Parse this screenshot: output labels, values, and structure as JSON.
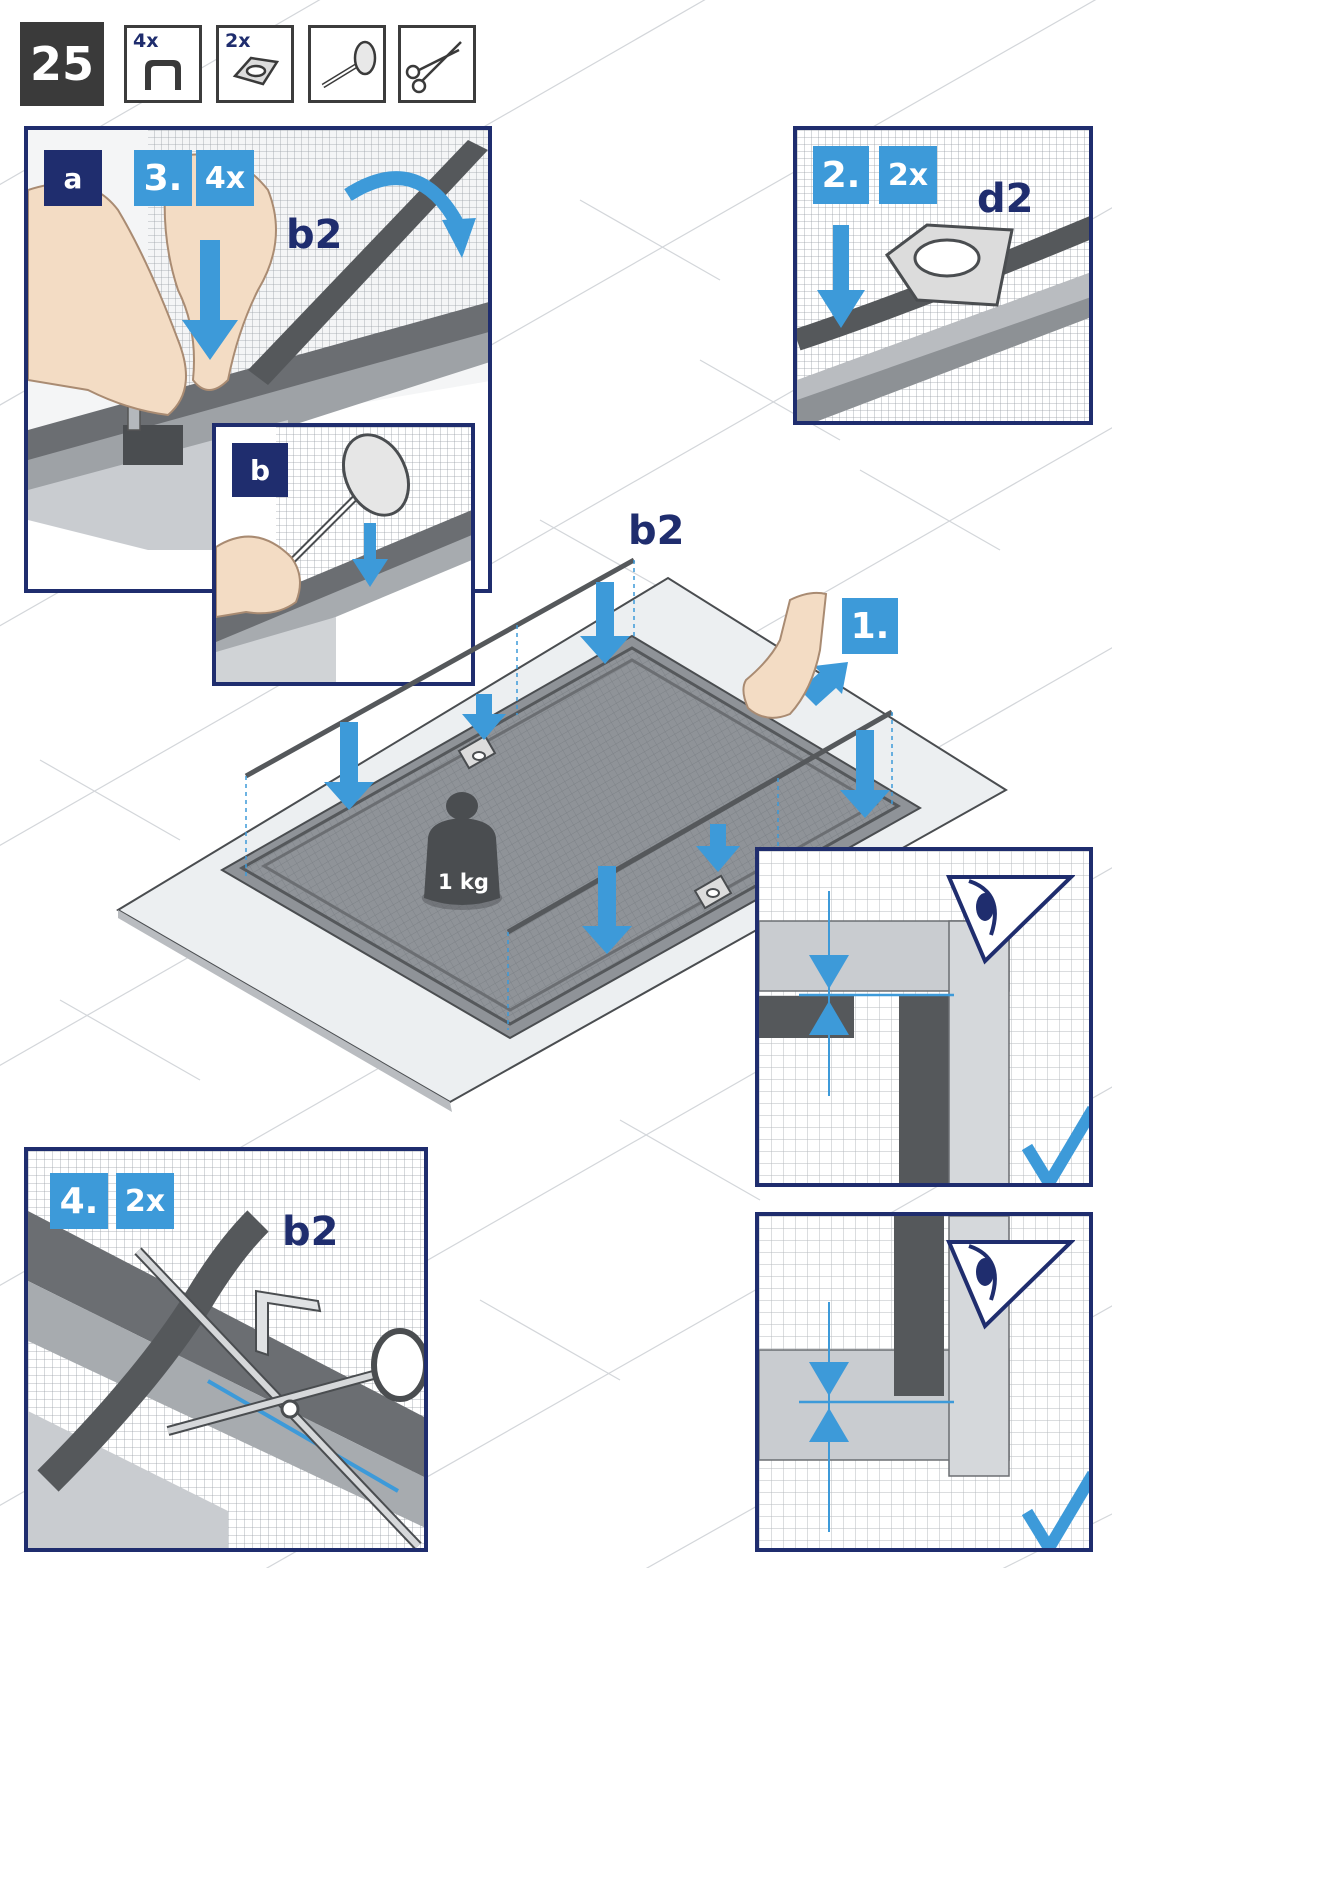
{
  "step": {
    "number": "25"
  },
  "parts": [
    {
      "qty": "4x",
      "icon": "bracket-clip-icon"
    },
    {
      "qty": "2x",
      "icon": "corner-plate-icon"
    },
    {
      "qty": "",
      "icon": "rubber-mallet-icon"
    },
    {
      "qty": "",
      "icon": "scissors-icon"
    }
  ],
  "panel_a": {
    "tag": "a",
    "step": "3.",
    "qty": "4x",
    "part": "b2"
  },
  "panel_b": {
    "tag": "b"
  },
  "panel_d2": {
    "step": "2.",
    "qty": "2x",
    "part": "d2"
  },
  "main": {
    "part": "b2",
    "step": "1.",
    "weight": "1 kg"
  },
  "panel_4": {
    "step": "4.",
    "qty": "2x",
    "part": "b2"
  },
  "check_panels": [
    {
      "icon": "eye-icon",
      "result": "checkmark-icon"
    },
    {
      "icon": "eye-icon",
      "result": "checkmark-icon"
    }
  ],
  "colors": {
    "navy": "#1f2d6e",
    "blue": "#3d9ad9",
    "dark": "#3a3a3a"
  }
}
